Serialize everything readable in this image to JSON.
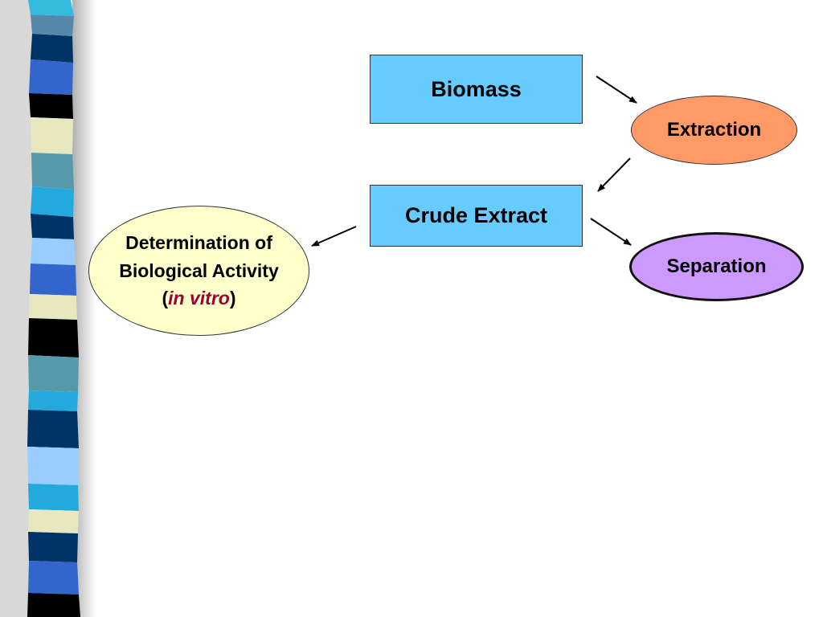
{
  "nodes": {
    "biomass": "Biomass",
    "extraction": "Extraction",
    "crude_extract": "Crude Extract",
    "separation": "Separation",
    "bio_activity": {
      "line1": "Determination of",
      "line2": "Biological Activity",
      "line3_open": "(",
      "line3_italic": "in vitro",
      "line3_close": ")"
    }
  },
  "colors": {
    "rect_fill": "#66ccff",
    "extraction_fill": "#ff9966",
    "separation_fill": "#cc99ff",
    "bio_fill": "#ffffcc",
    "italic_text": "#990033"
  }
}
